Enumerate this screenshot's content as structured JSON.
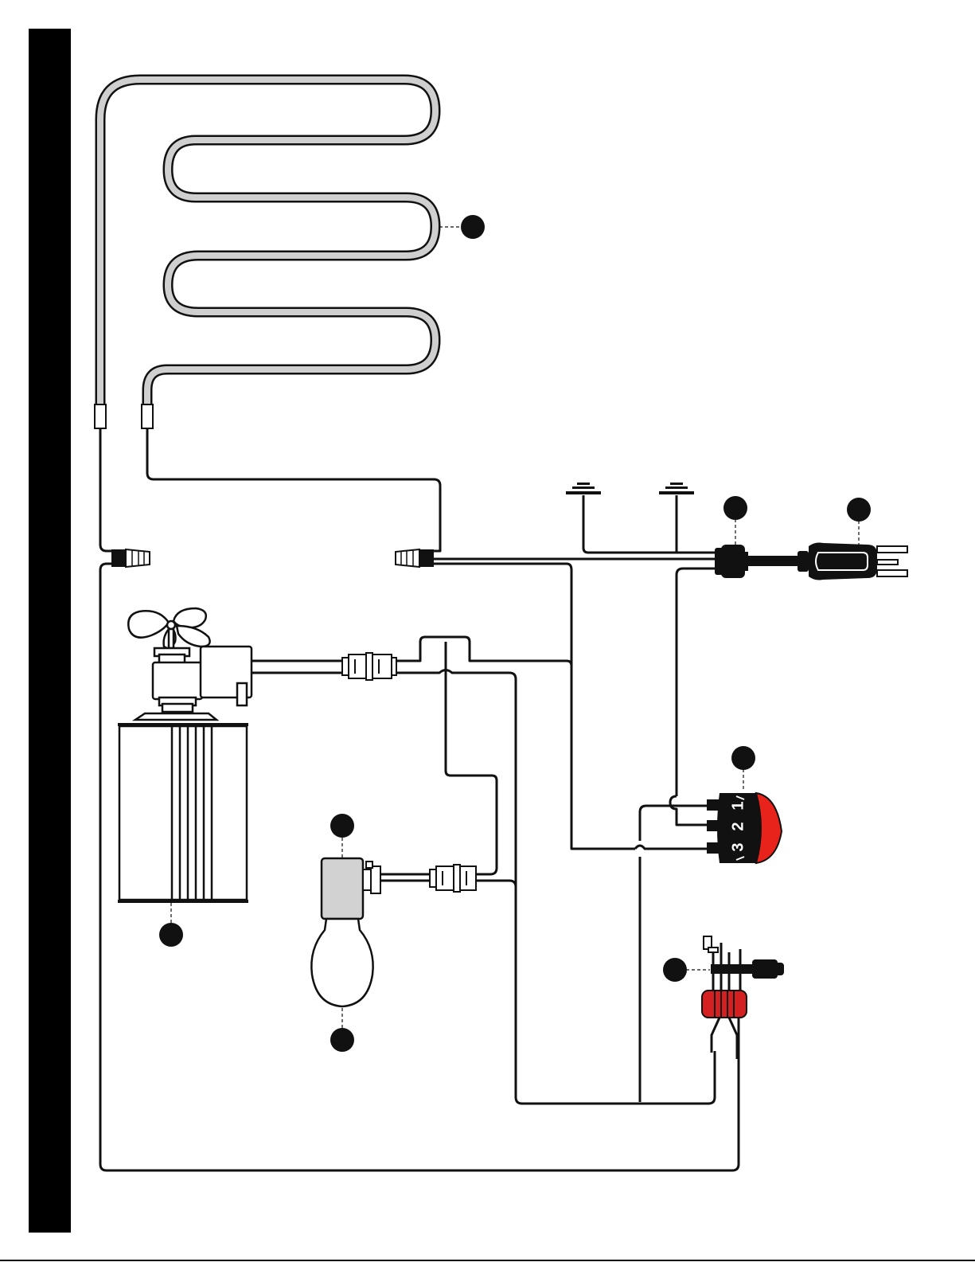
{
  "diagram": {
    "switch_terminals": [
      "1",
      "2",
      "3"
    ],
    "colors": {
      "wire": "#111111",
      "heater_tube": "#cfcfcf",
      "switch_rocker": "#e8231c",
      "thermostat_coil": "#d42020",
      "lamp_socket": "#d2d2d2",
      "side_bar": "#000000"
    },
    "callouts": [
      {
        "id": "heater-element",
        "icon": "heater-coil"
      },
      {
        "id": "cord-strain-relief",
        "icon": "strain-relief"
      },
      {
        "id": "power-plug",
        "icon": "plug"
      },
      {
        "id": "rocker-switch",
        "icon": "rocker-switch"
      },
      {
        "id": "fan-motor",
        "icon": "fan-motor"
      },
      {
        "id": "lamp-socket",
        "icon": "lamp-socket"
      },
      {
        "id": "light-bulb",
        "icon": "bulb"
      },
      {
        "id": "thermostat",
        "icon": "thermostat"
      }
    ]
  }
}
